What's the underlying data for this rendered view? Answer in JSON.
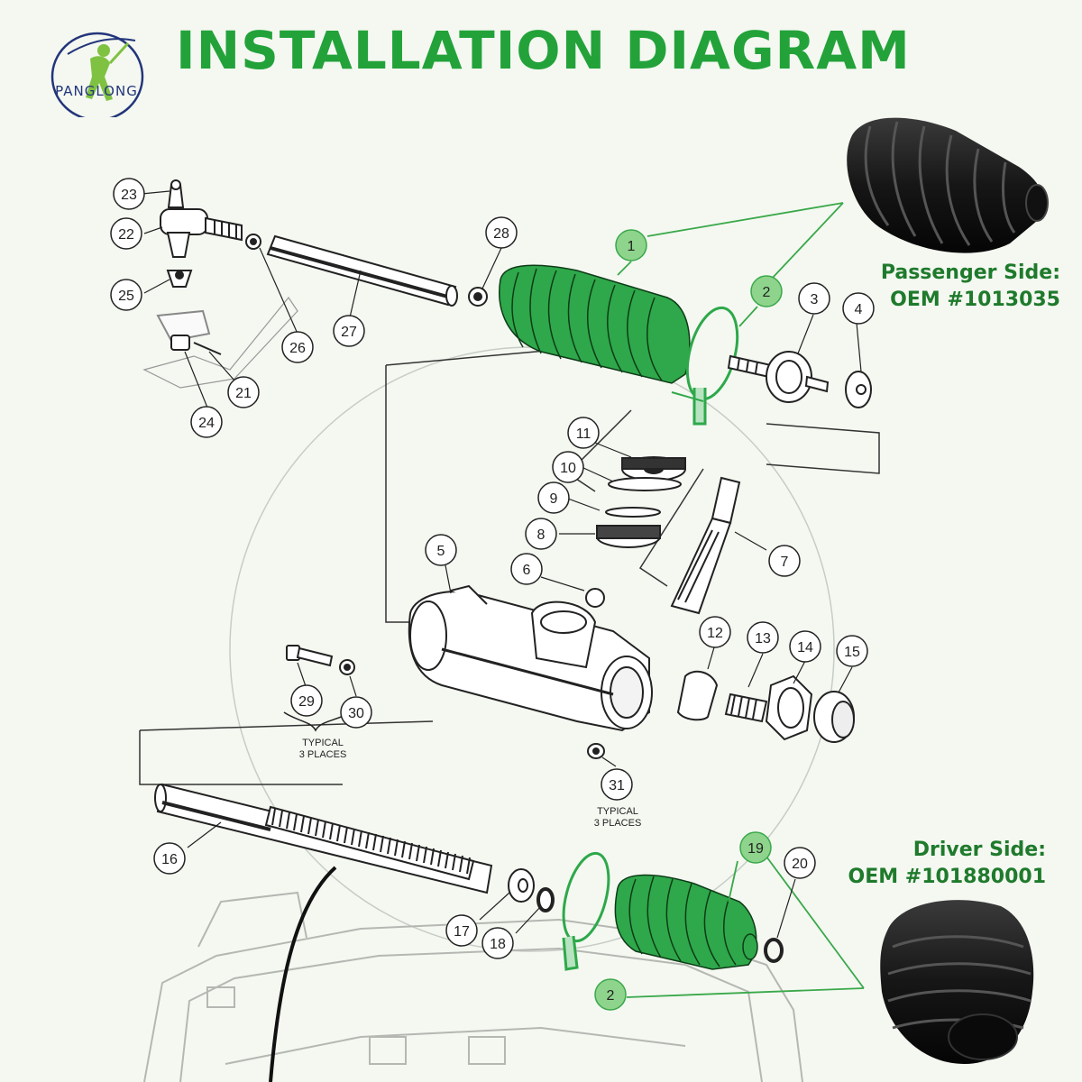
{
  "header": {
    "title": "INSTALLATION DIAGRAM",
    "brand": "PANGLONG"
  },
  "passenger": {
    "side": "Passenger Side:",
    "oem": "OEM #1013035"
  },
  "driver": {
    "side": "Driver Side:",
    "oem": "OEM #101880001"
  },
  "notes": {
    "typical_left_1": "TYPICAL",
    "typical_left_2": "3 PLACES",
    "typical_right_1": "TYPICAL",
    "typical_right_2": "3 PLACES"
  },
  "callouts": {
    "c1": "1",
    "c2a": "2",
    "c2b": "2",
    "c3": "3",
    "c4": "4",
    "c5": "5",
    "c6": "6",
    "c7": "7",
    "c8": "8",
    "c9": "9",
    "c10": "10",
    "c11": "11",
    "c12": "12",
    "c13": "13",
    "c14": "14",
    "c15": "15",
    "c16": "16",
    "c17": "17",
    "c18": "18",
    "c19": "19",
    "c20": "20",
    "c21": "21",
    "c22": "22",
    "c23": "23",
    "c24": "24",
    "c25": "25",
    "c26": "26",
    "c27": "27",
    "c28": "28",
    "c29": "29",
    "c30": "30",
    "c31": "31"
  },
  "colors": {
    "accent_green": "#23a23a",
    "boot_green": "#2ea84a",
    "label_green": "#1f7a2c",
    "brand_blue": "#23357a",
    "line": "#222222"
  }
}
